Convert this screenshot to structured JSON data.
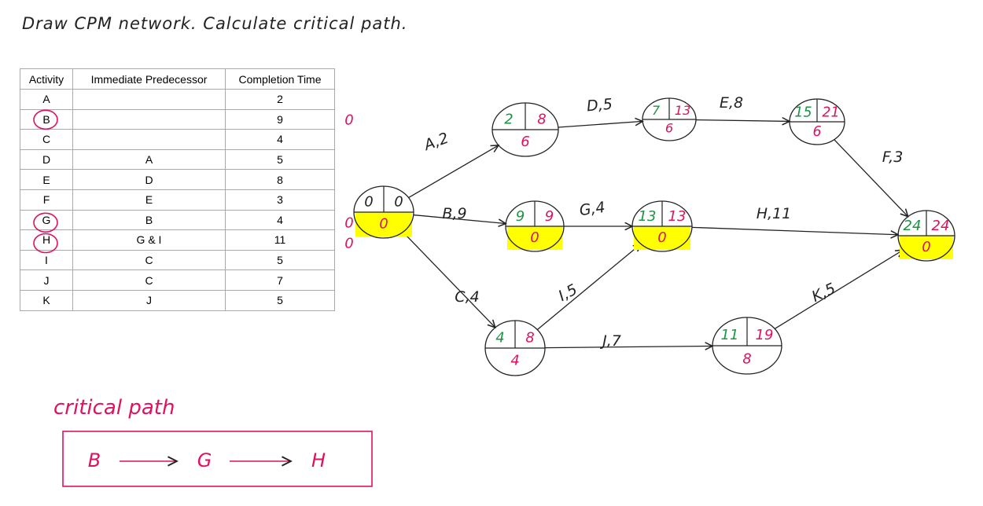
{
  "title": "Draw CPM network. Calculate critical path.",
  "table": {
    "headers": [
      "Activity",
      "Immediate Predecessor",
      "Completion Time"
    ],
    "rows": [
      {
        "activity": "A",
        "pred": "",
        "time": "2",
        "circled": false,
        "mark": ""
      },
      {
        "activity": "B",
        "pred": "",
        "time": "9",
        "circled": true,
        "mark": "0"
      },
      {
        "activity": "C",
        "pred": "",
        "time": "4",
        "circled": false,
        "mark": ""
      },
      {
        "activity": "D",
        "pred": "A",
        "time": "5",
        "circled": false,
        "mark": ""
      },
      {
        "activity": "E",
        "pred": "D",
        "time": "8",
        "circled": false,
        "mark": ""
      },
      {
        "activity": "F",
        "pred": "E",
        "time": "3",
        "circled": false,
        "mark": ""
      },
      {
        "activity": "G",
        "pred": "B",
        "time": "4",
        "circled": true,
        "mark": "0"
      },
      {
        "activity": "H",
        "pred": "G & I",
        "time": "11",
        "circled": true,
        "mark": "0"
      },
      {
        "activity": "I",
        "pred": "C",
        "time": "5",
        "circled": false,
        "mark": ""
      },
      {
        "activity": "J",
        "pred": "C",
        "time": "7",
        "circled": false,
        "mark": ""
      },
      {
        "activity": "K",
        "pred": "J",
        "time": "5",
        "circled": false,
        "mark": ""
      }
    ]
  },
  "nodes": [
    {
      "id": "start",
      "es": "0",
      "lf": "0",
      "slack": "0",
      "critical": true
    },
    {
      "id": "n_a",
      "es": "2",
      "lf": "8",
      "slack": "6",
      "critical": false
    },
    {
      "id": "n_d",
      "es": "7",
      "lf": "13",
      "slack": "6",
      "critical": false
    },
    {
      "id": "n_e",
      "es": "15",
      "lf": "21",
      "slack": "6",
      "critical": false
    },
    {
      "id": "n_b",
      "es": "9",
      "lf": "9",
      "slack": "0",
      "critical": true
    },
    {
      "id": "n_gi",
      "es": "13",
      "lf": "13",
      "slack": "0",
      "critical": true
    },
    {
      "id": "end",
      "es": "24",
      "lf": "24",
      "slack": "0",
      "critical": true
    },
    {
      "id": "n_c",
      "es": "4",
      "lf": "8",
      "slack": "4",
      "critical": false
    },
    {
      "id": "n_j",
      "es": "11",
      "lf": "19",
      "slack": "8",
      "critical": false
    }
  ],
  "edges": [
    {
      "label": "A,2"
    },
    {
      "label": "D,5"
    },
    {
      "label": "E,8"
    },
    {
      "label": "F,3"
    },
    {
      "label": "B,9"
    },
    {
      "label": "G,4"
    },
    {
      "label": "H,11"
    },
    {
      "label": "C,4"
    },
    {
      "label": "I,5"
    },
    {
      "label": "J,7"
    },
    {
      "label": "K,5"
    }
  ],
  "critical_path": {
    "heading": "critical path",
    "steps": [
      "B",
      "G",
      "H"
    ]
  },
  "colors": {
    "es": "#1a9641",
    "lf": "#e0115f",
    "highlight": "#ffff00",
    "ink": "#222222",
    "pink": "#e0115f"
  }
}
